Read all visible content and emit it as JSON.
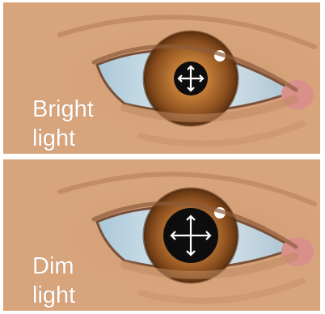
{
  "panels": [
    {
      "id": "bright",
      "label_line1": "Bright",
      "label_line2": "light",
      "pupil": "constricted"
    },
    {
      "id": "dim",
      "label_line1": "Dim",
      "label_line2": "light",
      "pupil": "dilated"
    }
  ],
  "colors": {
    "skin": "#d8a47c",
    "sclera": "#c9dbe6",
    "iris_outer": "#6e3d17",
    "iris_inner": "#c98a3e",
    "pupil": "#0d0d0d",
    "arrows": "#ffffff",
    "caruncle": "#d98f8a"
  }
}
